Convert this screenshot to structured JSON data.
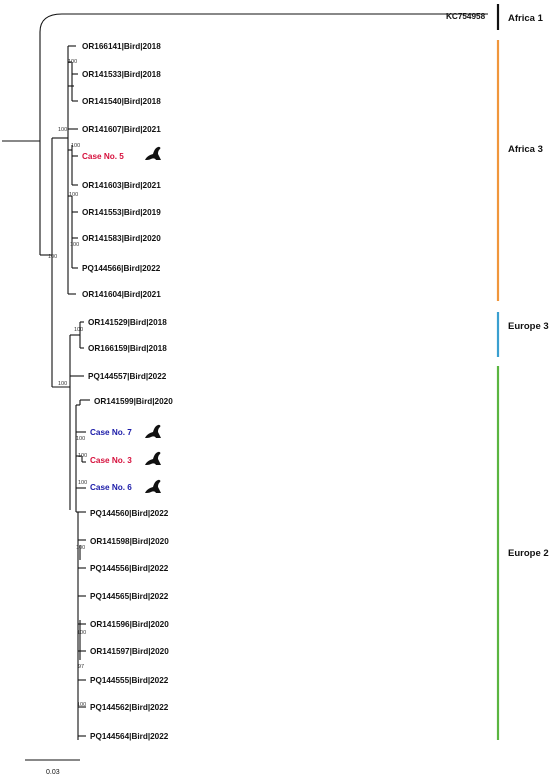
{
  "leaves": [
    {
      "id": "africa1",
      "label": "KC754958",
      "style": "black"
    },
    {
      "id": "l1",
      "label": "OR166141|Bird|2018",
      "style": "black"
    },
    {
      "id": "l2",
      "label": "OR141533|Bird|2018",
      "style": "black"
    },
    {
      "id": "l3",
      "label": "OR141540|Bird|2018",
      "style": "black"
    },
    {
      "id": "l4",
      "label": "OR141607|Bird|2021",
      "style": "black"
    },
    {
      "id": "case5",
      "label": "Case No. 5",
      "style": "red",
      "icon": "seal-icon"
    },
    {
      "id": "l6",
      "label": "OR141603|Bird|2021",
      "style": "black"
    },
    {
      "id": "l7",
      "label": "OR141553|Bird|2019",
      "style": "black"
    },
    {
      "id": "l8",
      "label": "OR141583|Bird|2020",
      "style": "black"
    },
    {
      "id": "l9",
      "label": "PQ144566|Bird|2022",
      "style": "black"
    },
    {
      "id": "l10",
      "label": "OR141604|Bird|2021",
      "style": "black"
    },
    {
      "id": "l11",
      "label": "OR141529|Bird|2018",
      "style": "black"
    },
    {
      "id": "l12",
      "label": "OR166159|Bird|2018",
      "style": "black"
    },
    {
      "id": "l13",
      "label": "PQ144557|Bird|2022",
      "style": "black"
    },
    {
      "id": "l14",
      "label": "OR141599|Bird|2020",
      "style": "black"
    },
    {
      "id": "case7",
      "label": "Case No. 7",
      "style": "blue",
      "icon": "seal-icon"
    },
    {
      "id": "case3",
      "label": "Case No. 3",
      "style": "red",
      "icon": "seal-icon"
    },
    {
      "id": "case6",
      "label": "Case No. 6",
      "style": "blue",
      "icon": "seal-icon"
    },
    {
      "id": "l18",
      "label": "PQ144560|Bird|2022",
      "style": "black"
    },
    {
      "id": "l19",
      "label": "OR141598|Bird|2020",
      "style": "black"
    },
    {
      "id": "l20",
      "label": "PQ144556|Bird|2022",
      "style": "black"
    },
    {
      "id": "l21",
      "label": "PQ144565|Bird|2022",
      "style": "black"
    },
    {
      "id": "l22",
      "label": "OR141596|Bird|2020",
      "style": "black"
    },
    {
      "id": "l23",
      "label": "OR141597|Bird|2020",
      "style": "black"
    },
    {
      "id": "l24",
      "label": "PQ144555|Bird|2022",
      "style": "black"
    },
    {
      "id": "l25",
      "label": "PQ144562|Bird|2022",
      "style": "black"
    },
    {
      "id": "l26",
      "label": "PQ144564|Bird|2022",
      "style": "black"
    }
  ],
  "clades": [
    {
      "label": "Africa 1",
      "color": "#111111"
    },
    {
      "label": "Africa 3",
      "color": "#f0963c"
    },
    {
      "label": "Europe 3",
      "color": "#3a9fd0"
    },
    {
      "label": "Europe 2",
      "color": "#5bb540"
    }
  ],
  "bootstrap": [
    "100",
    "100",
    "100",
    "100",
    "100",
    "100",
    "100",
    "100",
    "100",
    "100",
    "100",
    "100",
    "100",
    "97",
    "100"
  ],
  "scale_bar": {
    "label": "0.03"
  }
}
